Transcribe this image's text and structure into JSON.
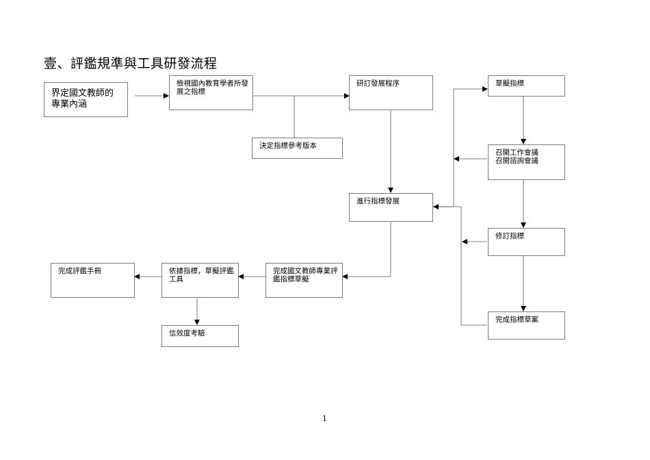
{
  "title": "壹、評鑑規準與工具研發流程",
  "page_number": "1",
  "nodes": {
    "define": "界定國文教師的\n專業內涵",
    "review": "檢視國內教育學者所發展之指標",
    "decide_version": "決定指標參考版本",
    "develop_procedure": "研訂發展程序",
    "draft_indicators": "草擬指標",
    "meetings": "召開工作會議\n召開諮詢會議",
    "indicator_dev": "進行指標發展",
    "revise": "修訂指標",
    "final_draft": "完成指標草案",
    "complete_indicators": "完成國文教師專業評鑑指標草擬",
    "draft_tools": "依據指標，草擬評鑑工具",
    "manual": "完成評鑑手冊",
    "validity": "信效度考驗"
  },
  "colors": {
    "line": "#555555",
    "border": "#7a7a7a"
  }
}
